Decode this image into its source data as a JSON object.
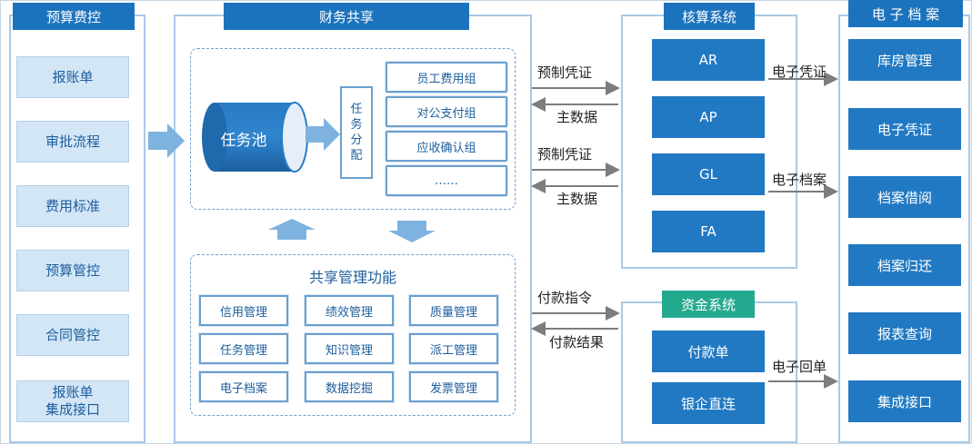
{
  "budget": {
    "title": "预算费控",
    "items": [
      "报账单",
      "审批流程",
      "费用标准",
      "预算管控",
      "合同管控",
      "报账单\n集成接口"
    ]
  },
  "finance_share": {
    "title": "财务共享",
    "task_pool": "任务池",
    "task_assign": [
      "任",
      "务",
      "分",
      "配"
    ],
    "groups": [
      "员工费用组",
      "对公支付组",
      "应收确认组",
      "……"
    ],
    "mgmt_title": "共享管理功能",
    "mgmt_items": [
      "信用管理",
      "绩效管理",
      "质量管理",
      "任务管理",
      "知识管理",
      "派工管理",
      "电子档案",
      "数据挖掘",
      "发票管理"
    ]
  },
  "flows_left": {
    "voucher_1": "预制凭证",
    "master_1": "主数据",
    "voucher_2": "预制凭证",
    "master_2": "主数据",
    "pay_cmd": "付款指令",
    "pay_result": "付款结果"
  },
  "accounting": {
    "title": "核算系统",
    "items": [
      "AR",
      "AP",
      "GL",
      "FA"
    ]
  },
  "funds": {
    "title": "资金系统",
    "items": [
      "付款单",
      "银企直连"
    ]
  },
  "flows_right": {
    "e_voucher": "电子凭证",
    "e_archive": "电子档案",
    "e_receipt": "电子回单"
  },
  "archive": {
    "title": "电 子 档 案",
    "items": [
      "库房管理",
      "电子凭证",
      "档案借阅",
      "档案归还",
      "报表查询",
      "集成接口"
    ]
  },
  "colors": {
    "header_blue": "#1c73bd",
    "header_green": "#24a98e",
    "box_light": "#d3e6f6",
    "box_dark": "#2279c3"
  }
}
